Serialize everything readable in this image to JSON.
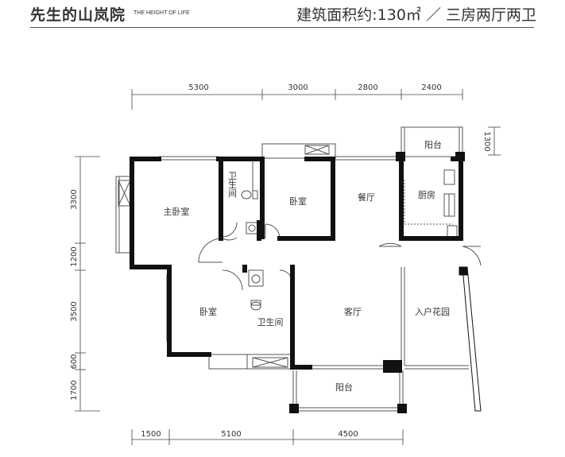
{
  "header": {
    "title": "先生的山岚院",
    "subtitle": "THE HEIGHT OF LIFE",
    "area_info": "建筑面积约:130㎡ ／ 三房两厅两卫"
  },
  "dimensions": {
    "top": [
      "5300",
      "3000",
      "2800",
      "2400"
    ],
    "top_right": "1300",
    "left": [
      "3300",
      "1200",
      "3500",
      "600",
      "1700"
    ],
    "bottom": [
      "1500",
      "5100",
      "4500"
    ]
  },
  "rooms": {
    "master_bedroom": "主卧室",
    "bathroom_1": "卫生间",
    "bedroom_1": "卧室",
    "dining": "餐厅",
    "kitchen": "厨房",
    "balcony_top": "阳台",
    "bedroom_2": "卧室",
    "bathroom_2": "卫生间",
    "living": "客厅",
    "entry_garden": "入户花园",
    "balcony_bottom": "阳台"
  }
}
